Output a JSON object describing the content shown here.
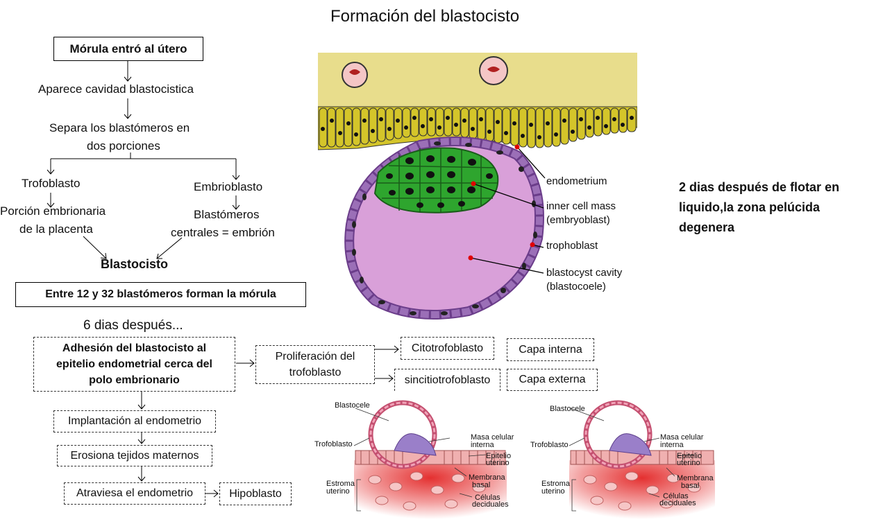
{
  "title": "Formación del blastocisto",
  "flow": {
    "morula_enters": "Mórula  entró al útero",
    "cavity": "Aparece cavidad blastocistica",
    "separates_1": "Separa los blastómeros en",
    "separates_2": "dos porciones",
    "trofoblasto": "Trofoblasto",
    "embrioblasto": "Embrioblasto",
    "placenta_1": "Porción embrionaria",
    "placenta_2": "de la placenta",
    "centrales_1": "Blastómeros",
    "centrales_2": "centrales = embrión",
    "blastocisto": "Blastocisto",
    "morula_count": "Entre  12 y 32 blastómeros  forman  la mórula"
  },
  "diagram_labels": {
    "endometrium": "endometrium",
    "icm_1": "inner cell mass",
    "icm_2": "(embryoblast)",
    "trophoblast": "trophoblast",
    "cavity_1": "blastocyst cavity",
    "cavity_2": "(blastocoele)"
  },
  "side_note": {
    "line1": "2 dias después de flotar en",
    "line2": "liquido,la zona pelúcida",
    "line3": "degenera"
  },
  "implant": {
    "six_days": "6 dias después...",
    "adhesion_1": "Adhesión del blastocisto al",
    "adhesion_2": "epitelio endometrial cerca del",
    "adhesion_3": "polo embrionario",
    "prolif_1": "Proliferación del",
    "prolif_2": "trofoblasto",
    "cito": "Citotrofoblasto",
    "sincitio": "sincitiotrofoblasto",
    "inner": "Capa interna",
    "outer": "Capa externa",
    "implantacion": "Implantación al endometrio",
    "erosiona": "Erosiona tejidos maternos",
    "atraviesa": "Atraviesa el endometrio",
    "hipoblasto": "Hipoblasto"
  },
  "implant_figure": {
    "blastocele": "Blastocele",
    "masa_1": "Masa celular",
    "masa_2": "interna",
    "trofoblasto": "Trofoblasto",
    "epitelio_1": "Epitelio",
    "epitelio_2": "uterino",
    "estroma_1": "Estroma",
    "estroma_2": "uterino",
    "membrana_1": "Membrana",
    "membrana_2": "basal",
    "celulas_1": "Células",
    "celulas_2": "deciduales"
  },
  "colors": {
    "endometrium_bg": "#e8dd8c",
    "epithelium": "#d4c52a",
    "cavity": "#d9a0d9",
    "trophoblast": "#9b6fb7",
    "icm": "#2ea52e",
    "pointer_dot": "#e00000"
  }
}
